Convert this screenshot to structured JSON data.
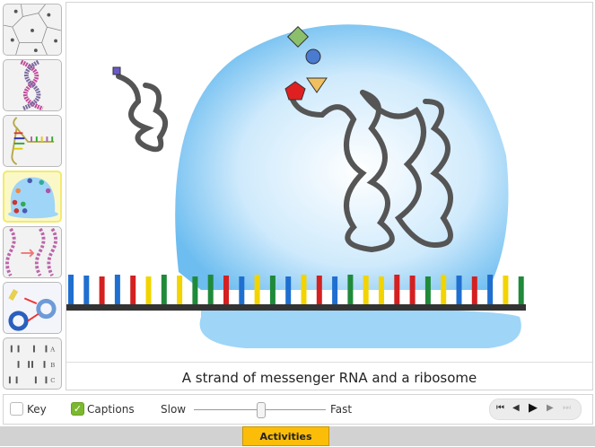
{
  "sidebar": {
    "thumbnails": [
      {
        "name": "cells"
      },
      {
        "name": "dna-helix"
      },
      {
        "name": "dna-replication"
      },
      {
        "name": "ribosome-translation",
        "active": true
      },
      {
        "name": "dna-copies"
      },
      {
        "name": "plasmid"
      },
      {
        "name": "gel-bands",
        "labels": [
          "A",
          "B",
          "C"
        ]
      }
    ]
  },
  "stage": {
    "caption": "A strand of messenger RNA and a ribosome"
  },
  "controls": {
    "key_label": "Key",
    "key_checked": false,
    "captions_label": "Captions",
    "captions_checked": true,
    "speed_slow": "Slow",
    "speed_fast": "Fast",
    "speed_value": 0.5
  },
  "footer": {
    "activities_label": "Activities"
  },
  "colors": {
    "accent": "#fbbd08",
    "check": "#7cb82f",
    "ribosome": "#8ecff5",
    "bases": [
      "#1f6fd1",
      "#d42020",
      "#1f8a3a",
      "#f2d400"
    ]
  }
}
